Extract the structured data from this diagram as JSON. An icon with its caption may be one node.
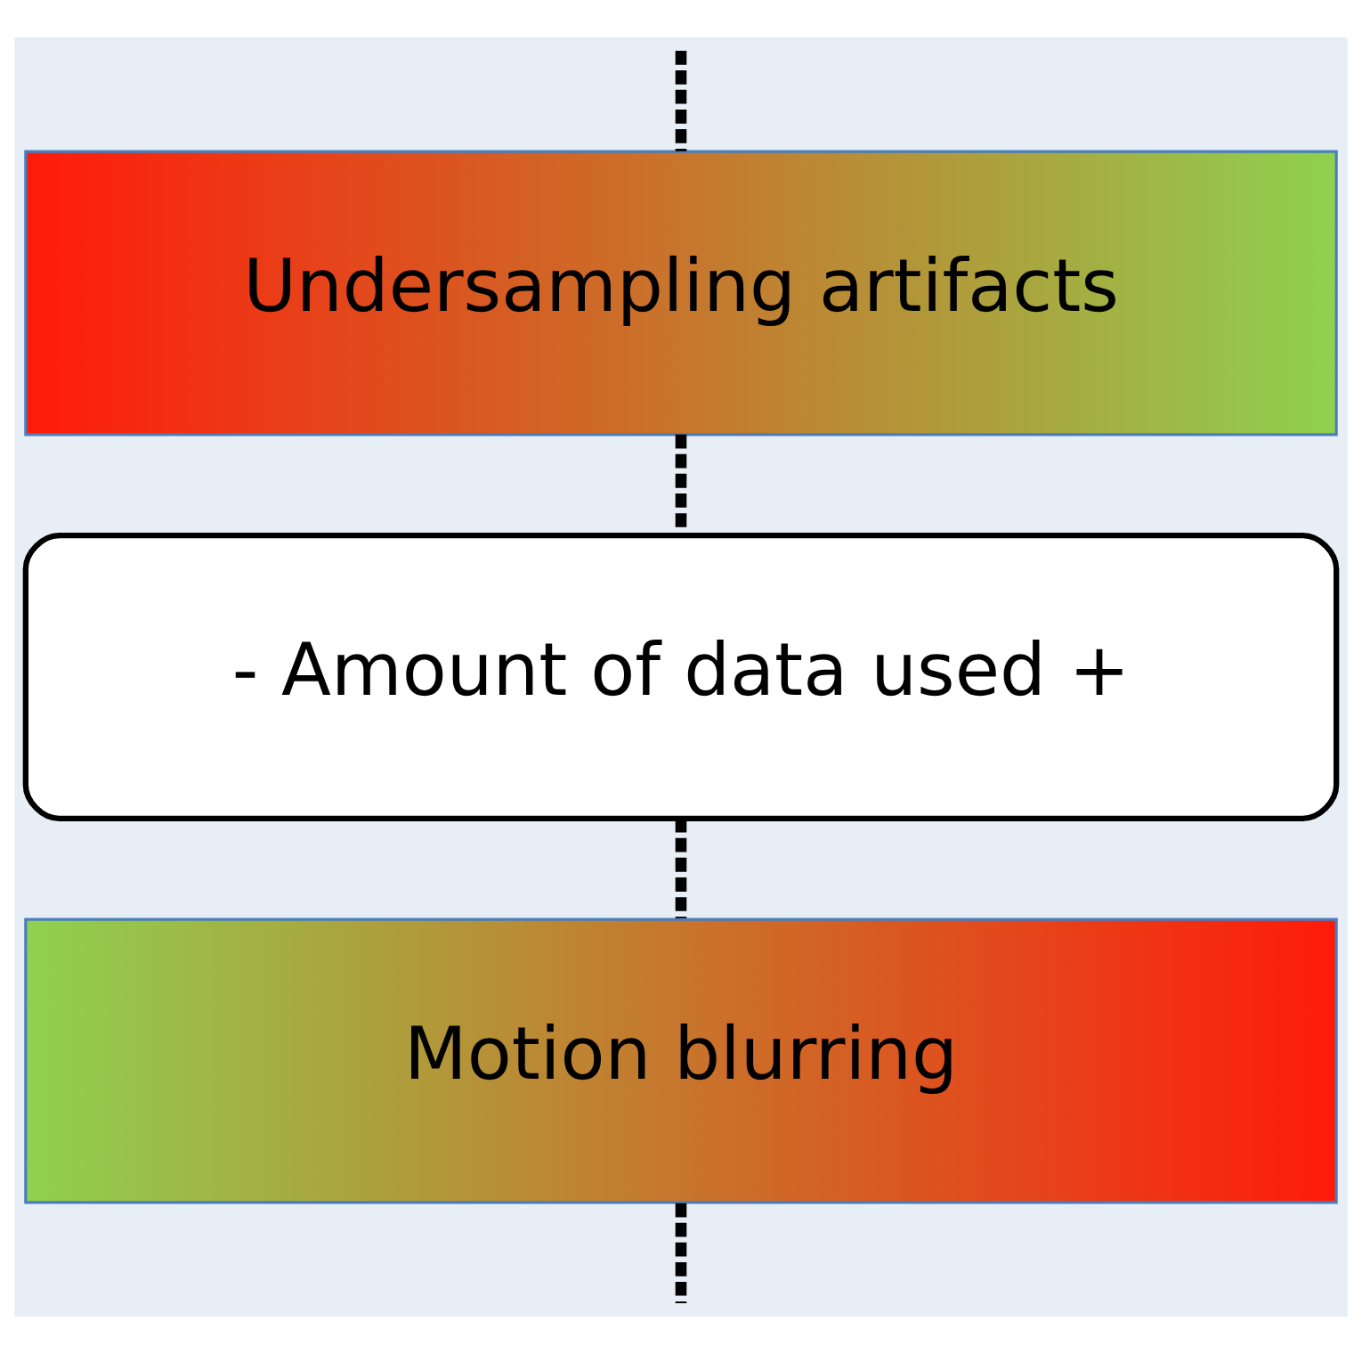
{
  "diagram": {
    "nodes": [
      {
        "text": [
          "Undersampling artifacts"
        ]
      },
      {
        "text": [
          "- Amount of data used +"
        ]
      },
      {
        "text": [
          "Motion blurring"
        ]
      }
    ],
    "edges": [
      {
        "from": null,
        "to": 0,
        "arrow": "none",
        "style": "dashed"
      },
      {
        "from": 0,
        "to": 1,
        "arrow": "none",
        "style": "dashed"
      },
      {
        "from": 1,
        "to": 2,
        "arrow": "none",
        "style": "dashed"
      },
      {
        "from": 2,
        "to": null,
        "arrow": "none",
        "style": "dashed"
      }
    ]
  }
}
